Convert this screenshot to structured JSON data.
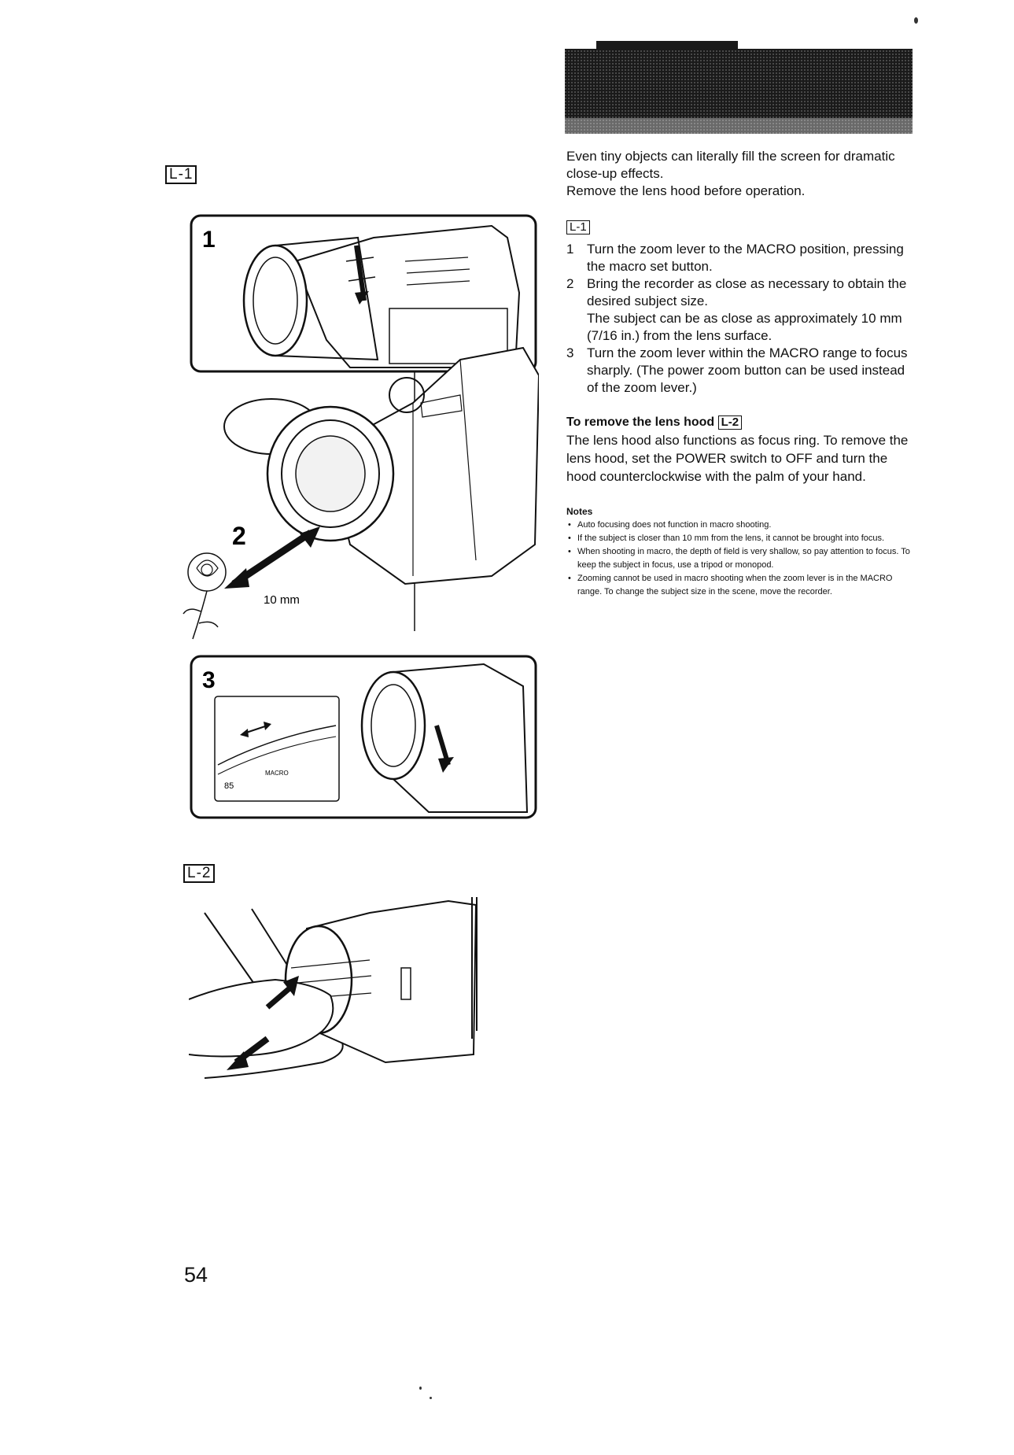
{
  "page": {
    "number": "54"
  },
  "figures": {
    "l1": {
      "tag": "L-1",
      "panel1": "1",
      "panel2": "2",
      "panel3": "3",
      "distance_label": "10 mm",
      "dial_num": "85",
      "dial_label": "MACRO"
    },
    "l2": {
      "tag": "L-2"
    }
  },
  "intro": "Even tiny objects can literally fill the screen for dramatic close-up effects.\nRemove the lens hood before operation.",
  "section_ref": "L-1",
  "steps": [
    {
      "num": "1",
      "text": "Turn the zoom lever to the MACRO position, pressing the macro set button."
    },
    {
      "num": "2",
      "text": "Bring the recorder as close as necessary to obtain the desired subject size.",
      "extra": "The subject can be as close as approximately 10 mm (7/16 in.) from the lens surface."
    },
    {
      "num": "3",
      "text": "Turn the zoom lever within the MACRO range to focus sharply. (The power zoom button can be used instead of the zoom lever.)"
    }
  ],
  "hood": {
    "heading": "To remove the lens hood",
    "ref": "L-2",
    "text": "The lens hood also functions as focus ring. To remove the lens hood, set the POWER switch to OFF and turn the hood counterclockwise with the palm of your hand."
  },
  "notes": {
    "title": "Notes",
    "items": [
      "Auto focusing does not function in macro shooting.",
      "If the subject is closer than 10 mm from the lens, it cannot be brought into focus.",
      "When shooting in macro, the depth of field is very shallow, so pay attention to focus. To keep the subject in focus, use a tripod or monopod.",
      "Zooming cannot be used in macro shooting when the zoom lever is in the MACRO range. To change the subject size in the scene, move the recorder."
    ]
  }
}
